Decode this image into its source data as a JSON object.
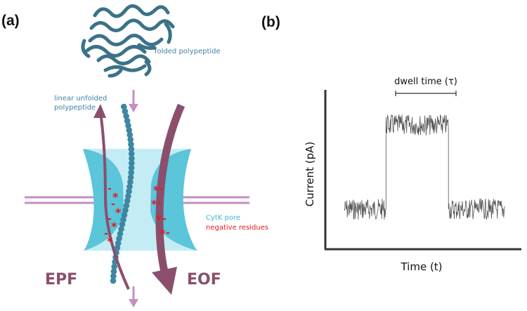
{
  "panel_a": {
    "label": "(a)",
    "folded_label": "folded polypeptide",
    "unfolded_label_line1": "linear unfolded",
    "unfolded_label_line2": "polypeptide",
    "pore_label": "CytK pore",
    "residues_label": "negative residues",
    "epf_label": "EPF",
    "eof_label": "EOF",
    "charge_symbol": "-",
    "residue_symbol": "*",
    "colors": {
      "protein": "#3b7287",
      "pore": "#5bc5d9",
      "membrane": "#c48fc5",
      "flow": "#8b4f6d",
      "residue": "#e31b1b",
      "bead": "#3e87a3"
    }
  },
  "panel_b": {
    "label": "(b)",
    "dwell_label": "dwell time (τ)",
    "chart_data": {
      "type": "line",
      "xlabel": "Time (t)",
      "ylabel": "Current (pA)",
      "series": [
        {
          "segments": [
            {
              "phase": "baseline",
              "t_start": 0.0,
              "t_end": 0.26,
              "level": 0.2
            },
            {
              "phase": "blockade",
              "t_start": 0.26,
              "t_end": 0.65,
              "level": 0.84
            },
            {
              "phase": "baseline",
              "t_start": 0.65,
              "t_end": 1.0,
              "level": 0.2
            }
          ]
        }
      ],
      "color": "#555555"
    }
  }
}
